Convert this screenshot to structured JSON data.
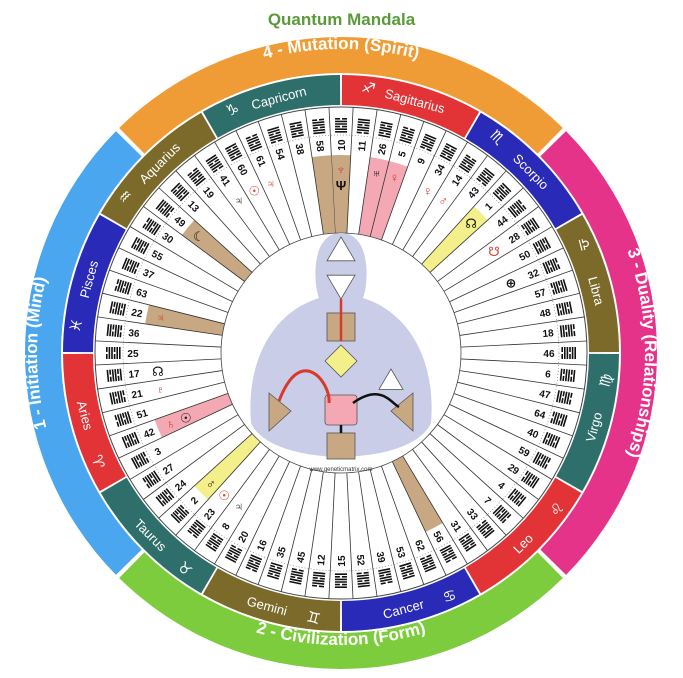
{
  "title": "Quantum Mandala",
  "credit": "www.geneticmatrix.com",
  "colors": {
    "title": "#5b9a3a",
    "quarter_initiation": "#4aa6ee",
    "quarter_civilization": "#7ccc3e",
    "quarter_duality": "#e5338a",
    "quarter_mutation": "#f09c36",
    "sign_teal": "#2f6f6b",
    "sign_red": "#e23436",
    "sign_navy": "#2a2ab8",
    "sign_olive": "#7b6a2a",
    "gate_highlight": "#c8a883",
    "gate_pink": "#f4a8b4",
    "gate_yellow": "#f3ef8a",
    "planet_red": "#d83a2a",
    "bodygraph_back": "#c9cde8"
  },
  "quarters": [
    {
      "label": "4 - Mutation (Spirit)"
    },
    {
      "label": "3 - Duality (Relationships)"
    },
    {
      "label": "2 - Civilization (Form)"
    },
    {
      "label": "1 - Initiation (Mind)"
    }
  ],
  "signs": [
    {
      "name": "Capricorn",
      "glyph": "♑"
    },
    {
      "name": "Sagittarius",
      "glyph": "♐"
    },
    {
      "name": "Scorpio",
      "glyph": "♏"
    },
    {
      "name": "Libra",
      "glyph": "♎"
    },
    {
      "name": "Virgo",
      "glyph": "♍"
    },
    {
      "name": "Leo",
      "glyph": "♌"
    },
    {
      "name": "Cancer",
      "glyph": "♋"
    },
    {
      "name": "Gemini",
      "glyph": "♊"
    },
    {
      "name": "Taurus",
      "glyph": "♉"
    },
    {
      "name": "Aries",
      "glyph": "♈"
    },
    {
      "name": "Pisces",
      "glyph": "♓"
    },
    {
      "name": "Aquarius",
      "glyph": "♒"
    }
  ],
  "gates": [
    "10",
    "11",
    "26",
    "5",
    "9",
    "34",
    "14",
    "43",
    "1",
    "44",
    "28",
    "50",
    "32",
    "57",
    "48",
    "18",
    "46",
    "6",
    "47",
    "64",
    "40",
    "59",
    "29",
    "4",
    "7",
    "33",
    "31",
    "56",
    "62",
    "53",
    "39",
    "52",
    "15",
    "12",
    "45",
    "35",
    "16",
    "20",
    "8",
    "23",
    "2",
    "24",
    "27",
    "3",
    "42",
    "51",
    "21",
    "17",
    "25",
    "36",
    "22",
    "63",
    "37",
    "55",
    "30",
    "49",
    "13",
    "19",
    "41",
    "60",
    "61",
    "54",
    "38",
    "58"
  ],
  "planets": [
    {
      "gate": "10",
      "glyph": "♆",
      "color": "red"
    },
    {
      "gate": "10",
      "glyph": "Ψ",
      "color": "black"
    },
    {
      "gate": "26",
      "glyph": "♅",
      "color": "black"
    },
    {
      "gate": "5",
      "glyph": "♀",
      "color": "red"
    },
    {
      "gate": "34",
      "glyph": "♀",
      "color": "red"
    },
    {
      "gate": "14",
      "glyph": "♂",
      "color": "red"
    },
    {
      "gate": "1",
      "glyph": "☊",
      "color": "black"
    },
    {
      "gate": "28",
      "glyph": "☋",
      "color": "red"
    },
    {
      "gate": "32",
      "glyph": "⊕",
      "color": "black"
    },
    {
      "gate": "17",
      "glyph": "☊",
      "color": "black"
    },
    {
      "gate": "21",
      "glyph": "♇",
      "color": "red"
    },
    {
      "gate": "42",
      "glyph": "♄",
      "color": "red"
    },
    {
      "gate": "42",
      "glyph": "☉",
      "color": "black"
    },
    {
      "gate": "2",
      "glyph": "♂",
      "color": "black"
    },
    {
      "gate": "23",
      "glyph": "☉",
      "color": "red"
    },
    {
      "gate": "8",
      "glyph": "♃",
      "color": "black"
    },
    {
      "gate": "22",
      "glyph": "♃",
      "color": "red"
    },
    {
      "gate": "49",
      "glyph": "☾",
      "color": "black"
    },
    {
      "gate": "41",
      "glyph": "♃",
      "color": "black"
    },
    {
      "gate": "60",
      "glyph": "☉",
      "color": "red"
    },
    {
      "gate": "61",
      "glyph": "♃",
      "color": "red"
    }
  ]
}
